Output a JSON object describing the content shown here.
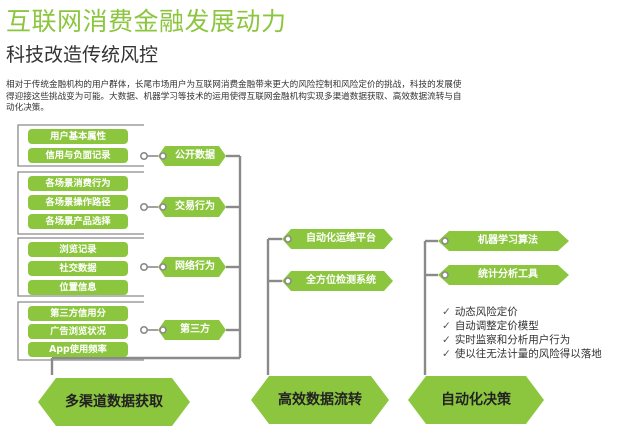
{
  "title": "互联网消费金融发展动力",
  "subtitle": "科技改造传统风控",
  "description": [
    "相对于传统金融机构的用户群体，长尾市场用户为互联网消费金融带来更大的风险控制和风险定价的挑战，科技的发展使",
    "得迎接这些挑战变为可能。大数据、机器学习等技术的运用使得互联网金融机构实现多渠道数据获取、高效数据流转与自",
    "动化决策。"
  ],
  "groups": [
    {
      "label": "公开数据",
      "items": [
        "用户基本属性",
        "信用与负面记录"
      ]
    },
    {
      "label": "交易行为",
      "items": [
        "各场景消费行为",
        "各场景操作路径",
        "各场景产品选择"
      ]
    },
    {
      "label": "网络行为",
      "items": [
        "浏览记录",
        "社交数据",
        "位置信息"
      ]
    },
    {
      "label": "第三方",
      "items": [
        "第三方信用分",
        "广告浏览状况",
        "App使用频率"
      ]
    }
  ],
  "flow_nodes": [
    "自动化运维平台",
    "全方位检测系统"
  ],
  "decision_nodes": [
    "机器学习算法",
    "统计分析工具"
  ],
  "checklist": [
    "动态风险定价",
    "自动调整定价模型",
    "实时监察和分析用户行为",
    "使以往无法计量的风险得以落地"
  ],
  "stages": [
    "多渠道数据获取",
    "高效数据流转",
    "自动化决策"
  ],
  "colors": {
    "green": "#8cc63f",
    "gray": "#8a8a8a"
  }
}
